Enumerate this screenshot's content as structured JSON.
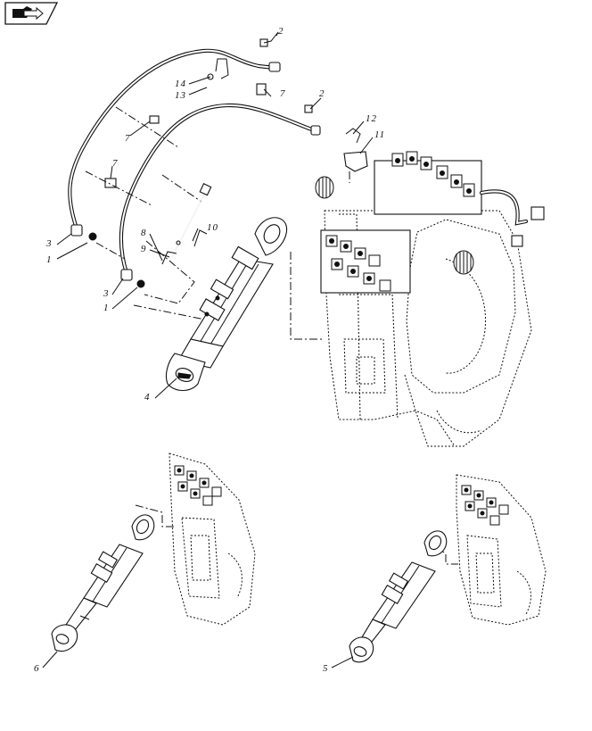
{
  "nav_icon": "book-arrow-icon",
  "callouts": {
    "c1a": "1",
    "c1b": "1",
    "c2a": "2",
    "c2b": "2",
    "c3a": "3",
    "c3b": "3",
    "c4": "4",
    "c5": "5",
    "c6": "6",
    "c7a": "7",
    "c7b": "7",
    "c7c": "7",
    "c8": "8",
    "c9": "9",
    "c10": "10",
    "c11": "11",
    "c12": "12",
    "c13": "13",
    "c14": "14"
  }
}
